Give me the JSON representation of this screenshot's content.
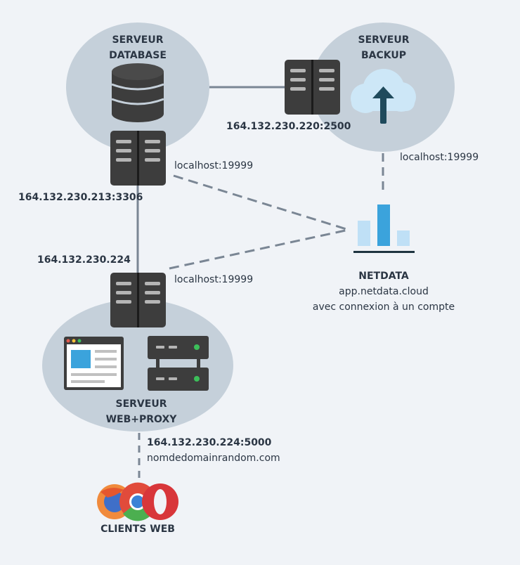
{
  "nodes": {
    "database": {
      "title_line1": "SERVEUR",
      "title_line2": "DATABASE"
    },
    "backup": {
      "title_line1": "SERVEUR",
      "title_line2": "BACKUP"
    },
    "web": {
      "title_line1": "SERVEUR",
      "title_line2": "WEB+PROXY"
    },
    "netdata": {
      "title": "NETDATA",
      "subtitle": "app.netdata.cloud",
      "subtitle2": "avec connexion à un compte"
    },
    "clients": {
      "title": "CLIENTS WEB"
    }
  },
  "addresses": {
    "backup_port": "164.132.230.220:2500",
    "db_port": "164.132.230.213:3306",
    "web_ip": "164.132.230.224",
    "web_port": "164.132.230.224:5000",
    "domain": "nomdedomainrandom.com",
    "db_netdata": "localhost:19999",
    "backup_netdata": "localhost:19999",
    "web_netdata": "localhost:19999"
  },
  "colors": {
    "background": "#f0f3f7",
    "cloud": "#c5d0da",
    "server": "#3d3d3d",
    "line": "#7a8694",
    "netdata_blue": "#3ba3dc",
    "netdata_light": "#bfe0f6",
    "backup_cloud": "#cde7f7",
    "arrow": "#1f4a5c"
  },
  "icons": {
    "database": "database-cylinder-icon",
    "server": "server-rack-icon",
    "cloud_upload": "cloud-upload-icon",
    "chart": "bar-chart-icon",
    "browser": "browser-window-icon",
    "storage": "storage-server-icon",
    "browsers": "web-browsers-icon"
  }
}
